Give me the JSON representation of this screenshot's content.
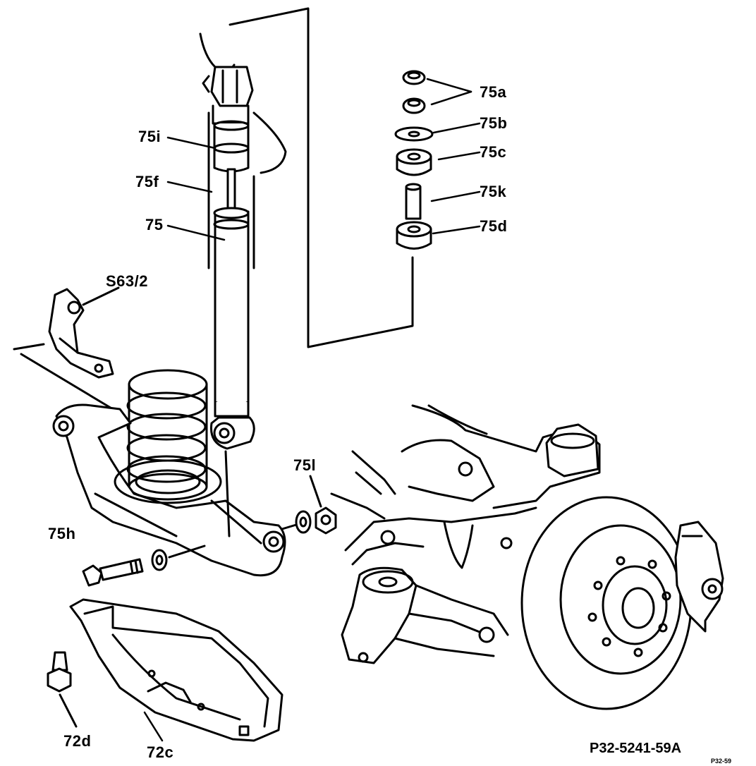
{
  "labels": {
    "l75a": "75a",
    "l75b": "75b",
    "l75c": "75c",
    "l75k": "75k",
    "l75d": "75d",
    "l75i_top": "75i",
    "l75f": "75f",
    "l75": "75",
    "s63": "S63/2",
    "l75l": "75l",
    "l75h": "75h",
    "l72d": "72d",
    "l72c": "72c"
  },
  "reference": {
    "main": "P32-5241-59A",
    "small": "P32-59"
  }
}
